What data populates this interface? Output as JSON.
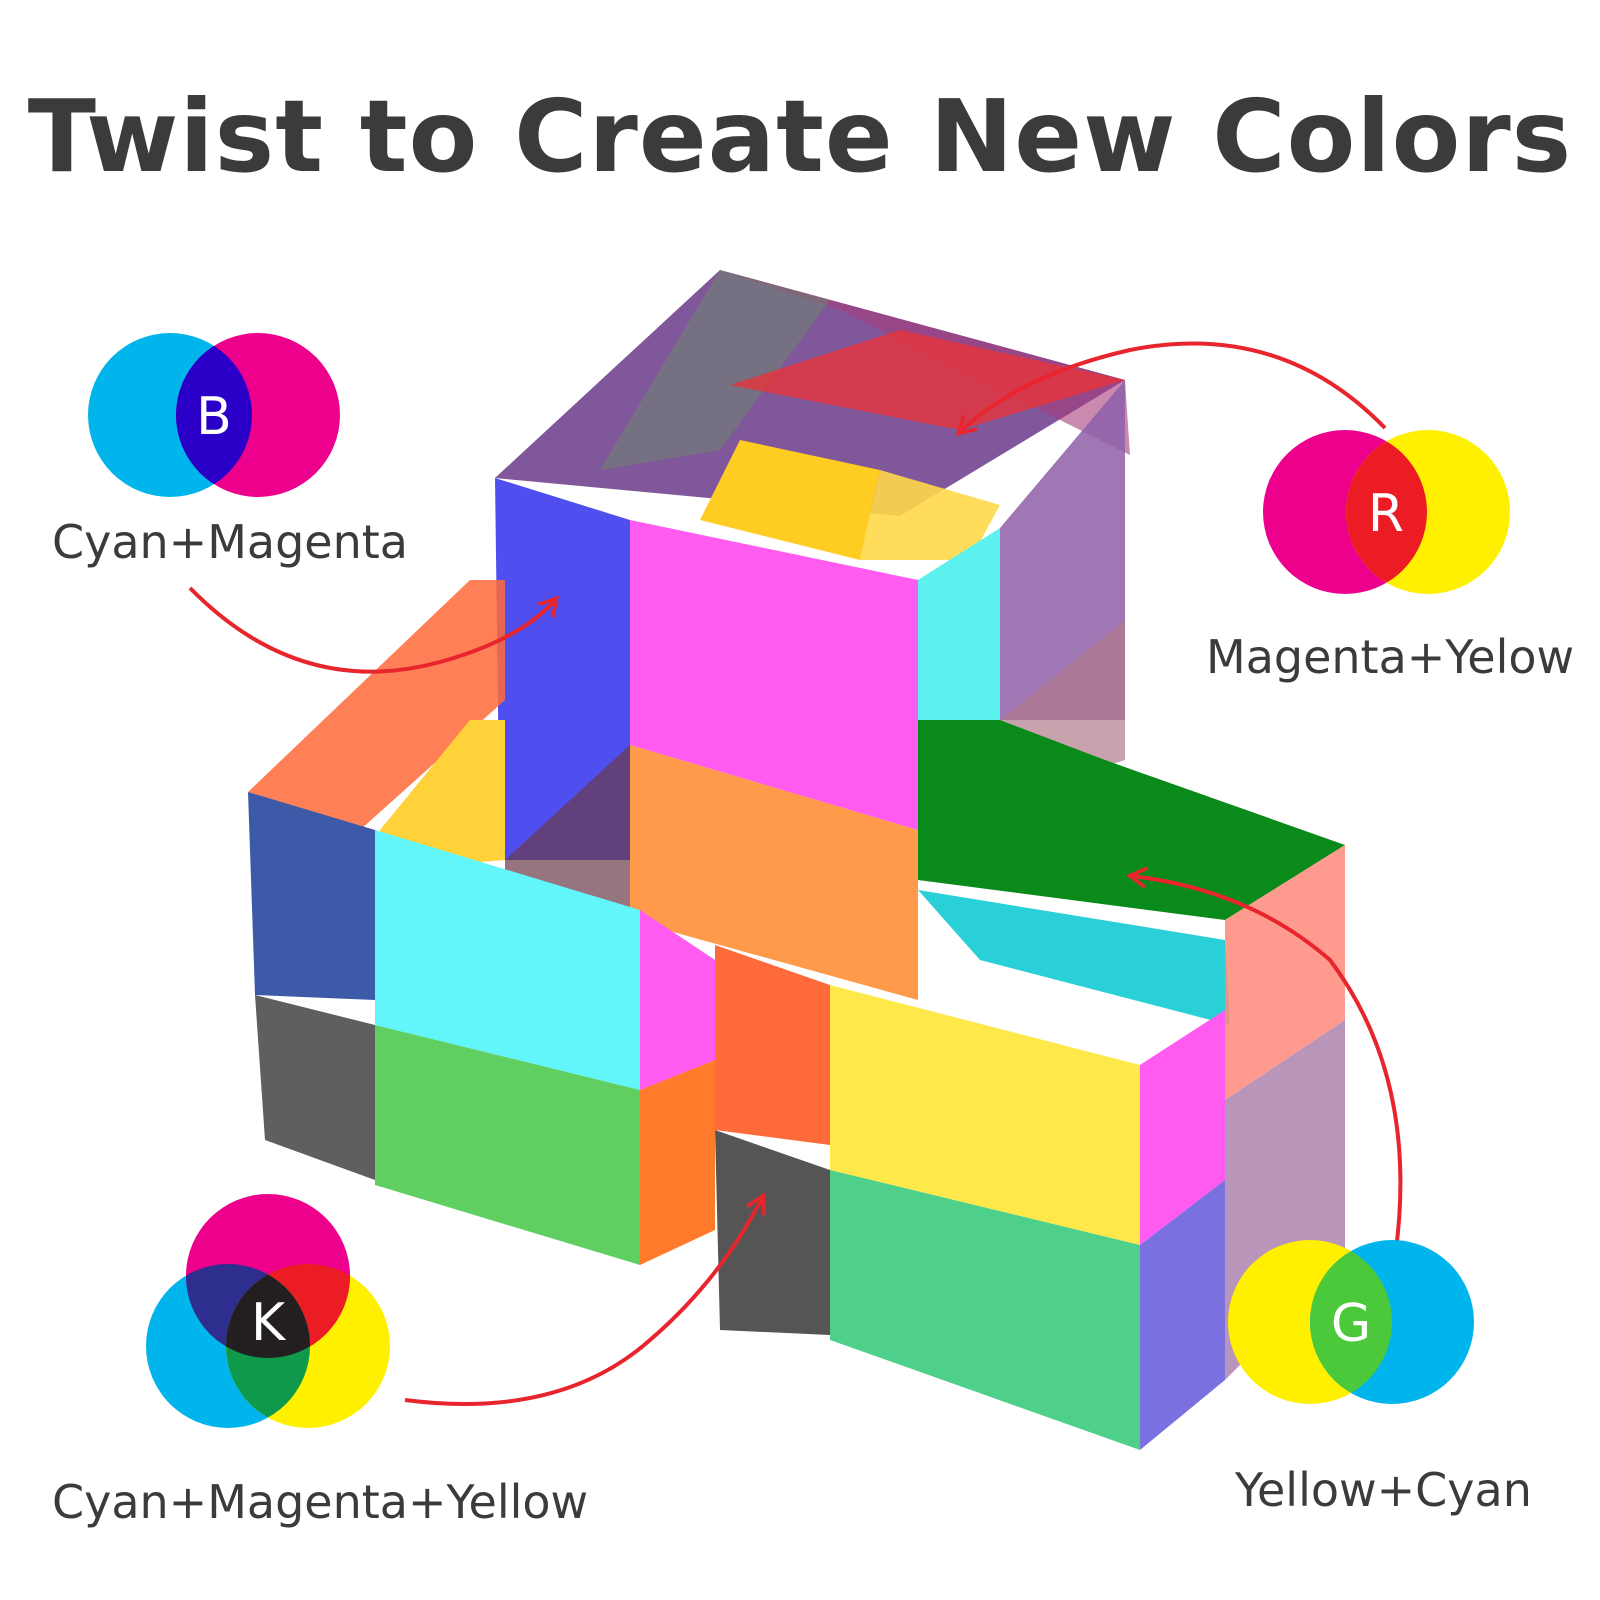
{
  "title": "Twist to Create New Colors",
  "colors": {
    "cyan": "#00b4ec",
    "magenta": "#ec008c",
    "yellow": "#fff000",
    "blue": "#2a00c8",
    "red": "#ec1c24",
    "green": "#4cc93a",
    "black": "#231f20",
    "arrow": "#e8252d",
    "text": "#3d3a3a"
  },
  "mixes": [
    {
      "letter": "B",
      "label": "Cyan+Magenta"
    },
    {
      "letter": "R",
      "label": "Magenta+Yelow"
    },
    {
      "letter": "K",
      "label": "Cyan+Magenta+Yellow"
    },
    {
      "letter": "G",
      "label": "Yellow+Cyan"
    }
  ],
  "photo": {
    "icon": "color-mixing-cubes-photo"
  }
}
